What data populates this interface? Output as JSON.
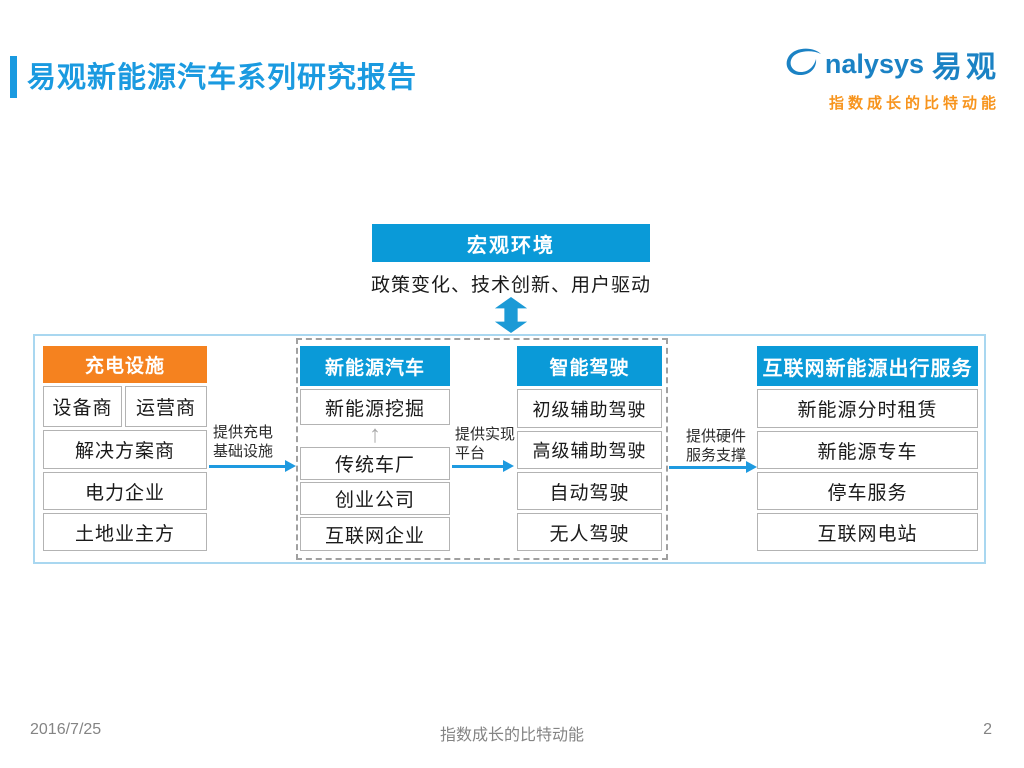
{
  "header": {
    "title": "易观新能源汽车系列研究报告",
    "logo": {
      "brand_en": "nalysys",
      "brand_cn": "易观",
      "tagline": "指数成长的比特动能"
    }
  },
  "macro": {
    "title": "宏观环境",
    "subtitle": "政策变化、技术创新、用户驱动"
  },
  "diagram": {
    "columns": [
      {
        "header": "充电设施",
        "split_cells": [
          "设备商",
          "运营商"
        ],
        "cells": [
          "解决方案商",
          "电力企业",
          "土地业主方"
        ]
      },
      {
        "header": "新能源汽车",
        "top_cell": "新能源挖掘",
        "cells": [
          "传统车厂",
          "创业公司",
          "互联网企业"
        ]
      },
      {
        "header": "智能驾驶",
        "cells": [
          "初级辅助驾驶",
          "高级辅助驾驶",
          "自动驾驶",
          "无人驾驶"
        ]
      },
      {
        "header": "互联网新能源出行服务",
        "cells": [
          "新能源分时租赁",
          "新能源专车",
          "停车服务",
          "互联网电站"
        ]
      }
    ],
    "connectors": [
      {
        "line1": "提供充电",
        "line2": "基础设施"
      },
      {
        "line1": "提供实现",
        "line2": "平台"
      },
      {
        "line1": "提供硬件",
        "line2": "服务支撑"
      }
    ]
  },
  "footer": {
    "date": "2016/7/25",
    "center_text": "指数成长的比特动能",
    "page_number": "2"
  },
  "colors": {
    "title_blue": "#1a9ae0",
    "header_blue": "#0a9ad8",
    "accent_orange": "#f5821f",
    "arrow_blue": "#1e9ae0",
    "outer_frame_blue": "#a9d7f0",
    "tagline_orange": "#f7941d",
    "cell_border_gray": "#b3b3b3"
  }
}
